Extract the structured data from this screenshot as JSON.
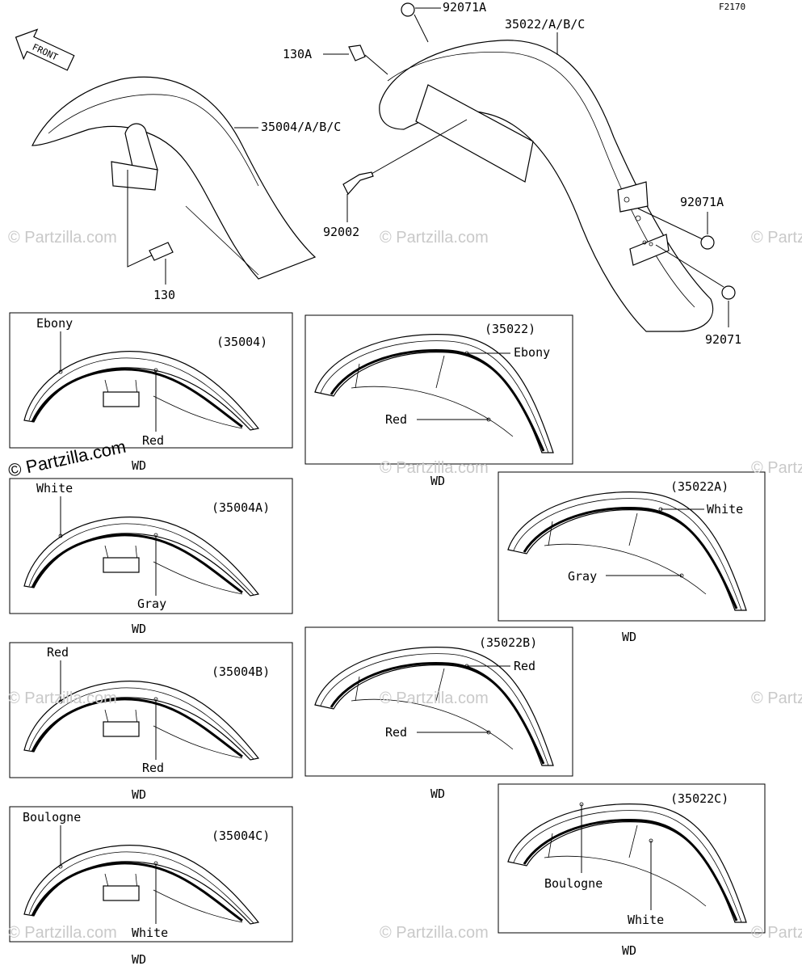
{
  "figure_code": "F2170",
  "front_arrow": "FRONT",
  "watermark": "© Partzilla.com",
  "callouts": {
    "p92071A_top": "92071A",
    "p35022": "35022/A/B/C",
    "p130A": "130A",
    "p35004": "35004/A/B/C",
    "p92002": "92002",
    "p130": "130",
    "p92071A_side": "92071A",
    "p92071": "92071"
  },
  "front_variants": [
    {
      "part": "(35004)",
      "stripe": "Ebony",
      "body": "Red",
      "market": "WD"
    },
    {
      "part": "(35004A)",
      "stripe": "White",
      "body": "Gray",
      "market": "WD"
    },
    {
      "part": "(35004B)",
      "stripe": "Red",
      "body": "Red",
      "market": "WD"
    },
    {
      "part": "(35004C)",
      "stripe": "Boulogne",
      "body": "White",
      "market": "WD"
    }
  ],
  "rear_variants": [
    {
      "part": "(35022)",
      "stripe": "Ebony",
      "body": "Red",
      "market": "WD"
    },
    {
      "part": "(35022A)",
      "stripe": "White",
      "body": "Gray",
      "market": "WD"
    },
    {
      "part": "(35022B)",
      "stripe": "Red",
      "body": "Red",
      "market": "WD"
    },
    {
      "part": "(35022C)",
      "stripe": "Boulogne",
      "body": "White",
      "market": "WD"
    }
  ]
}
